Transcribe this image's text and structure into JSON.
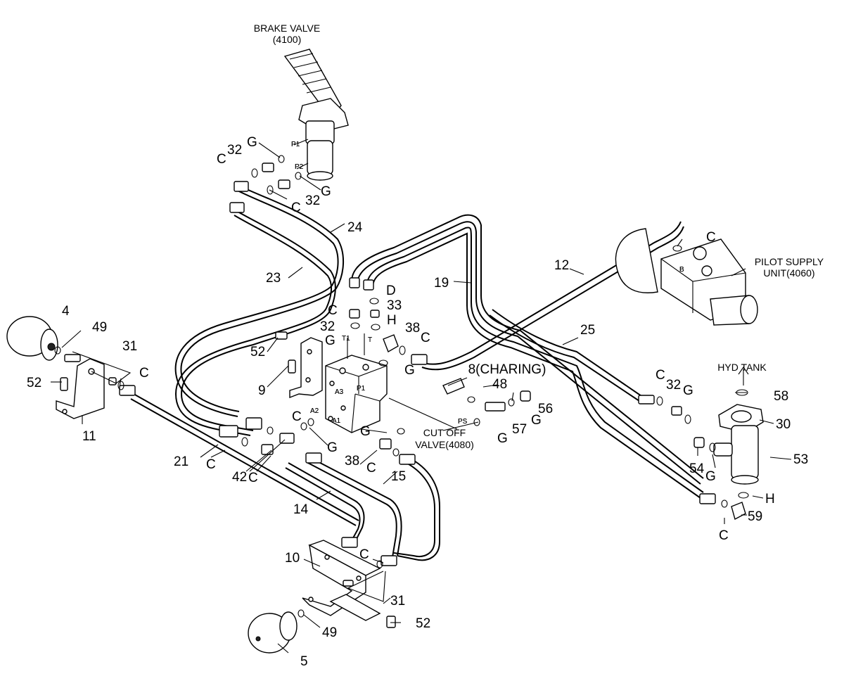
{
  "diagram": {
    "assemblies": {
      "brake_valve": [
        "BRAKE VALVE",
        "(4100)"
      ],
      "pilot_supply": [
        "PILOT SUPPLY",
        "UNIT(4060)"
      ],
      "hyd_tank": [
        "HYD TANK"
      ],
      "cut_off_valve": [
        "CUT OFF",
        "VALVE(4080)"
      ],
      "charging": [
        "8(CHARING)"
      ]
    },
    "ports": [
      "P1",
      "P2",
      "T1",
      "T",
      "A3",
      "A2",
      "A1",
      "P1",
      "PS",
      "B"
    ],
    "callouts": [
      "G",
      "32",
      "C",
      "C",
      "32",
      "G",
      "24",
      "23",
      "12",
      "C",
      "19",
      "25",
      "D",
      "C",
      "33",
      "32",
      "H",
      "G",
      "38",
      "C",
      "G",
      "4",
      "49",
      "31",
      "52",
      "52",
      "C",
      "9",
      "11",
      "48",
      "56",
      "57",
      "G",
      "C",
      "32",
      "G",
      "58",
      "30",
      "53",
      "54",
      "G",
      "H",
      "59",
      "C",
      "21",
      "C",
      "C",
      "G",
      "G",
      "G",
      "38",
      "C",
      "42",
      "C",
      "15",
      "14",
      "10",
      "C",
      "31",
      "52",
      "49",
      "5"
    ]
  }
}
